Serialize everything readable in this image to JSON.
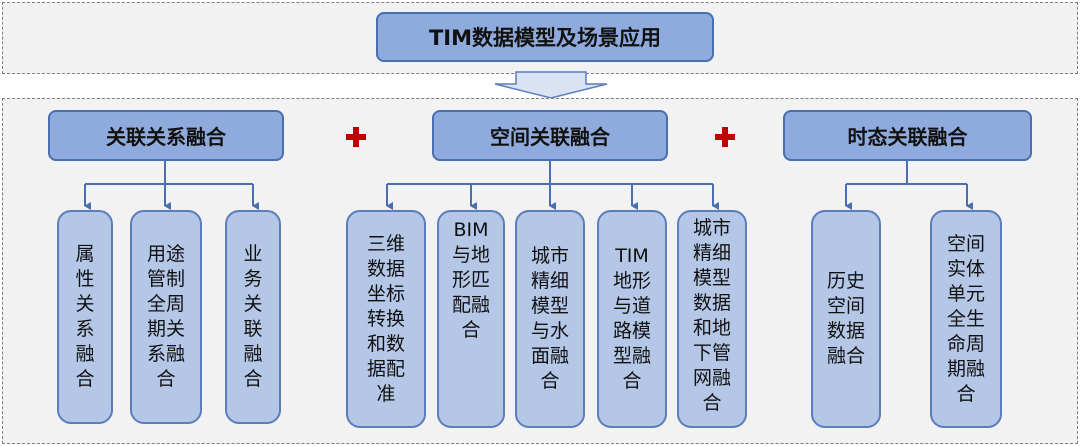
{
  "title": "TIM数据模型及场景应用",
  "colors": {
    "header_fill": "#8faadc",
    "leaf_fill": "#b4c7e7",
    "border": "#4a6fb0",
    "plus": "#c00000"
  },
  "groups": [
    {
      "header": "关联关系融合",
      "children": [
        "属性关系融合",
        "用途管制全周期关系融合",
        "业务关联融合"
      ]
    },
    {
      "header": "空间关联融合",
      "children": [
        "三维数据坐标转换和数据配准",
        "BIM与地形匹配融合",
        "城市精细模型与水面融合",
        "TIM地形与道路模型融合",
        "城市精细模型数据和地下管网融合"
      ]
    },
    {
      "header": "时态关联融合",
      "children": [
        "历史空间数据融合",
        "空间实体单元全生命周期融合"
      ]
    }
  ]
}
